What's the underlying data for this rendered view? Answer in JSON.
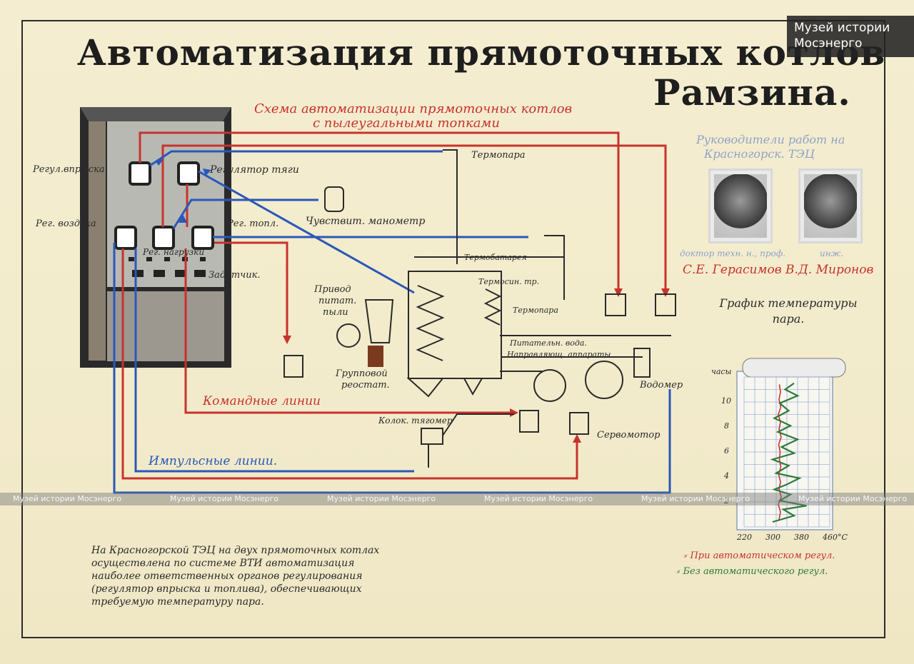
{
  "title": {
    "line1": "Автоматизация прямоточных котлов",
    "line2": "Рамзина."
  },
  "museum": {
    "line1": "Музей истории",
    "line2": "Мосэнерго"
  },
  "scheme_title": {
    "line1": "Схема автоматизации прямоточных котлов",
    "line2": "с пылеугальными топками"
  },
  "labels": {
    "reg_vpryska": "Регул.впрыска",
    "reg_tyagi": "Регулятор тяги",
    "reg_vozduha": "Рег. воздуха",
    "reg_topl": "Рег. топл.",
    "reg_nagruzki": "Рег. нагрузки",
    "zadatchik": "Задатчик.",
    "termopara_top": "Термопара",
    "manometr": "Чувствит. манометр",
    "termobatareya": "Термобатарея",
    "termosin": "Термосин. тр.",
    "termopara_mid": "Термопара",
    "pitat_voda": "Питательн. вода.",
    "napr_apparat": "Направляющ. аппараты",
    "vodomer": "Водомер",
    "privod_line1": "Привод",
    "privod_line2": "питат.",
    "privod_line3": "пыли",
    "gruppovoy_line1": "Групповой",
    "gruppovoy_line2": "реостат.",
    "komandnye": "Командные линии",
    "kolok": "Колок. тягомер",
    "servomotor": "Сервомотор",
    "impulsnye": "Импульсные линии."
  },
  "leaders": {
    "heading_line1": "Руководители работ на",
    "heading_line2": "Красногорск. ТЭЦ",
    "caption_left": "доктор техн. н., проф.",
    "caption_right": "инж.",
    "names": "С.Е. Герасимов В.Д. Миронов"
  },
  "watermark": "Музей истории Мосэнерго",
  "note": "На Красногорской ТЭЦ на двух прямоточных котлах\nосуществлена по системе ВТИ автоматизация\nнаиболее ответственных органов регулирования\n(регулятор впрыска и топлива), обеспечивающих\nтребуемую температуру пара.",
  "colors": {
    "command_line": "#c8322c",
    "impulse_line": "#2a58b8",
    "auto_series": "#c8322c",
    "manual_series": "#2e7a3a"
  },
  "chart_data": {
    "type": "line",
    "title": "График температуры пара.",
    "ylabel": "часы",
    "xlabel": "",
    "x_ticks": [
      "220",
      "300",
      "380",
      "460°C"
    ],
    "y_ticks": [
      "2",
      "4",
      "6",
      "8",
      "10"
    ],
    "xlim": [
      220,
      460
    ],
    "ylim": [
      0,
      12
    ],
    "grid": true,
    "legend_position": "bottom-right",
    "series": [
      {
        "name": "При автоматическом регул.",
        "color": "#c8322c",
        "points": [
          [
            318,
            0.6
          ],
          [
            322,
            1.2
          ],
          [
            316,
            1.8
          ],
          [
            324,
            2.4
          ],
          [
            318,
            3.0
          ],
          [
            322,
            3.6
          ],
          [
            317,
            4.2
          ],
          [
            323,
            4.8
          ],
          [
            319,
            5.4
          ],
          [
            321,
            6.0
          ],
          [
            317,
            6.6
          ],
          [
            324,
            7.2
          ],
          [
            318,
            7.8
          ],
          [
            322,
            8.4
          ],
          [
            316,
            9.0
          ],
          [
            323,
            9.6
          ],
          [
            318,
            10.2
          ],
          [
            322,
            10.8
          ],
          [
            319,
            11.4
          ]
        ]
      },
      {
        "name": "Без автоматического регул.",
        "color": "#2e7a3a",
        "points": [
          [
            300,
            0.4
          ],
          [
            360,
            0.9
          ],
          [
            330,
            1.4
          ],
          [
            395,
            1.7
          ],
          [
            320,
            2.1
          ],
          [
            350,
            2.6
          ],
          [
            305,
            3.0
          ],
          [
            340,
            3.4
          ],
          [
            375,
            3.9
          ],
          [
            310,
            4.3
          ],
          [
            345,
            4.9
          ],
          [
            300,
            5.4
          ],
          [
            360,
            5.9
          ],
          [
            325,
            6.4
          ],
          [
            370,
            7.0
          ],
          [
            315,
            7.6
          ],
          [
            350,
            8.1
          ],
          [
            305,
            8.7
          ],
          [
            345,
            9.3
          ],
          [
            320,
            9.9
          ],
          [
            370,
            10.5
          ],
          [
            335,
            11.0
          ],
          [
            360,
            11.5
          ]
        ]
      }
    ]
  }
}
